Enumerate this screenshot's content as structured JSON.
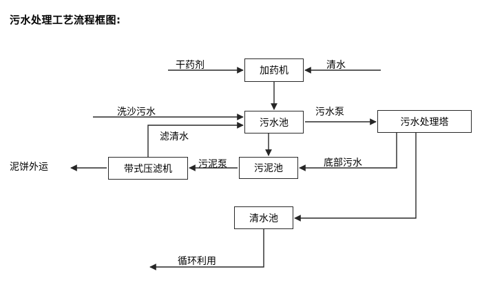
{
  "title": "污水处理工艺流程框图:",
  "colors": {
    "line": "#262626",
    "background": "#ffffff",
    "text": "#000000"
  },
  "diagram": {
    "type": "flowchart",
    "nodes": [
      {
        "id": "dosing",
        "label": "加药机"
      },
      {
        "id": "sewage",
        "label": "污水池"
      },
      {
        "id": "tower",
        "label": "污水处理塔"
      },
      {
        "id": "sludge",
        "label": "污泥池"
      },
      {
        "id": "press",
        "label": "带式压滤机"
      },
      {
        "id": "clean",
        "label": "清水池"
      }
    ],
    "terminals": [
      {
        "id": "dry-agent",
        "label": "干药剂"
      },
      {
        "id": "clear-water",
        "label": "清水"
      },
      {
        "id": "wash-sewage",
        "label": "洗沙污水"
      },
      {
        "id": "mud-cake",
        "label": "泥饼外运"
      },
      {
        "id": "recycle",
        "label": "循环利用"
      }
    ],
    "edge_labels": [
      {
        "id": "sewage-pump",
        "label": "污水泵"
      },
      {
        "id": "sludge-pump",
        "label": "污泥泵"
      },
      {
        "id": "filtrate",
        "label": "滤清水"
      },
      {
        "id": "bottom-water",
        "label": "底部污水"
      }
    ],
    "edges": [
      {
        "from": "干药剂",
        "to": "加药机",
        "label": ""
      },
      {
        "from": "清水",
        "to": "加药机",
        "label": ""
      },
      {
        "from": "加药机",
        "to": "污水池",
        "label": ""
      },
      {
        "from": "洗沙污水",
        "to": "污水池",
        "label": ""
      },
      {
        "from": "带式压滤机",
        "to": "污水池",
        "label": "滤清水"
      },
      {
        "from": "污水池",
        "to": "污水处理塔",
        "label": "污水泵"
      },
      {
        "from": "污水池",
        "to": "污泥池",
        "label": ""
      },
      {
        "from": "污水处理塔",
        "to": "污泥池",
        "label": "底部污水"
      },
      {
        "from": "污泥池",
        "to": "带式压滤机",
        "label": "污泥泵"
      },
      {
        "from": "带式压滤机",
        "to": "泥饼外运",
        "label": ""
      },
      {
        "from": "污水处理塔",
        "to": "清水池",
        "label": ""
      },
      {
        "from": "清水池",
        "to": "循环利用",
        "label": ""
      }
    ]
  }
}
